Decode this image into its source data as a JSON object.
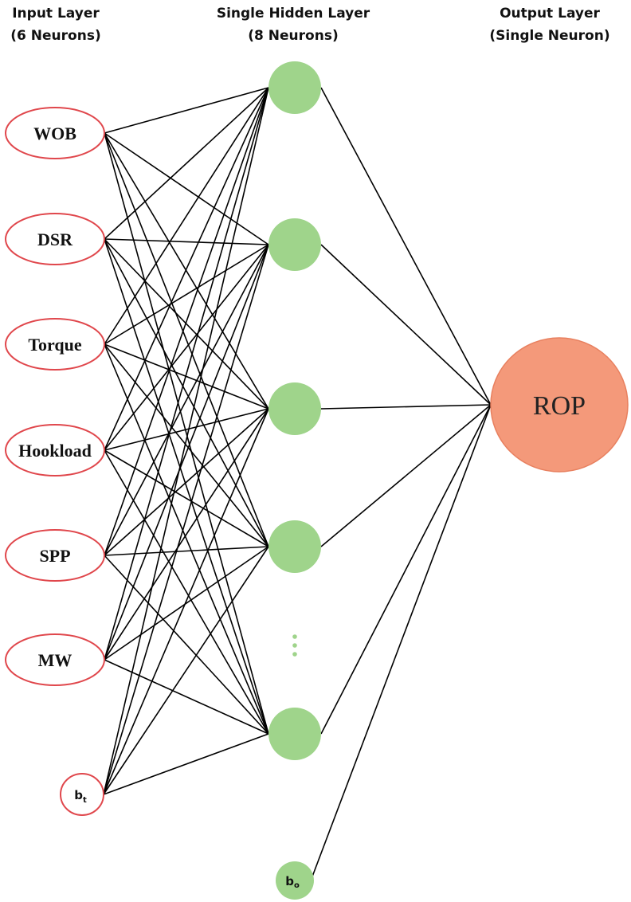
{
  "headers": {
    "input": {
      "line1": "Input Layer",
      "line2": "(6 Neurons)"
    },
    "hidden": {
      "line1": "Single Hidden Layer",
      "line2": "(8 Neurons)"
    },
    "output": {
      "line1": "Output Layer",
      "line2": "(Single Neuron)"
    }
  },
  "input_neurons": [
    "WOB",
    "DSR",
    "Torque",
    "Hookload",
    "SPP",
    "MW"
  ],
  "input_bias": {
    "label": "b",
    "sub": "t"
  },
  "hidden_visible_count": 5,
  "hidden_ellipsis": "⋮",
  "output_bias": {
    "label": "b",
    "sub": "o"
  },
  "output_neuron": "ROP",
  "colors": {
    "input_stroke": "#e0474c",
    "hidden_fill": "#9fd48b",
    "output_fill": "#f4997a",
    "output_stroke": "#e8805f",
    "edge": "#000000"
  }
}
